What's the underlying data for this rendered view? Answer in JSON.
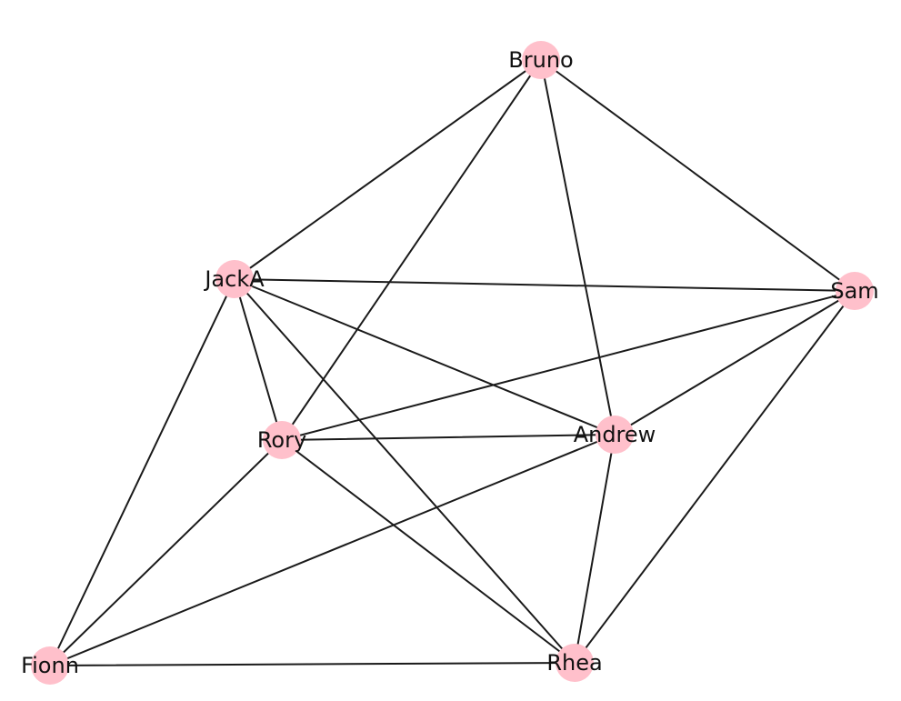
{
  "graph": {
    "node_color": "#ffc0cb",
    "edge_color": "#1a1a1a",
    "nodes": [
      {
        "id": "bruno",
        "label": "Bruno"
      },
      {
        "id": "jacka",
        "label": "JackA"
      },
      {
        "id": "sam",
        "label": "Sam"
      },
      {
        "id": "rory",
        "label": "Rory"
      },
      {
        "id": "andrew",
        "label": "Andrew"
      },
      {
        "id": "fionn",
        "label": "Fionn"
      },
      {
        "id": "rhea",
        "label": "Rhea"
      }
    ],
    "edges": [
      [
        "bruno",
        "jacka"
      ],
      [
        "bruno",
        "rory"
      ],
      [
        "bruno",
        "andrew"
      ],
      [
        "bruno",
        "sam"
      ],
      [
        "jacka",
        "sam"
      ],
      [
        "jacka",
        "rory"
      ],
      [
        "jacka",
        "andrew"
      ],
      [
        "jacka",
        "rhea"
      ],
      [
        "jacka",
        "fionn"
      ],
      [
        "sam",
        "rory"
      ],
      [
        "sam",
        "andrew"
      ],
      [
        "sam",
        "rhea"
      ],
      [
        "rory",
        "andrew"
      ],
      [
        "rory",
        "fionn"
      ],
      [
        "rory",
        "rhea"
      ],
      [
        "andrew",
        "fionn"
      ],
      [
        "andrew",
        "rhea"
      ],
      [
        "fionn",
        "rhea"
      ]
    ]
  }
}
